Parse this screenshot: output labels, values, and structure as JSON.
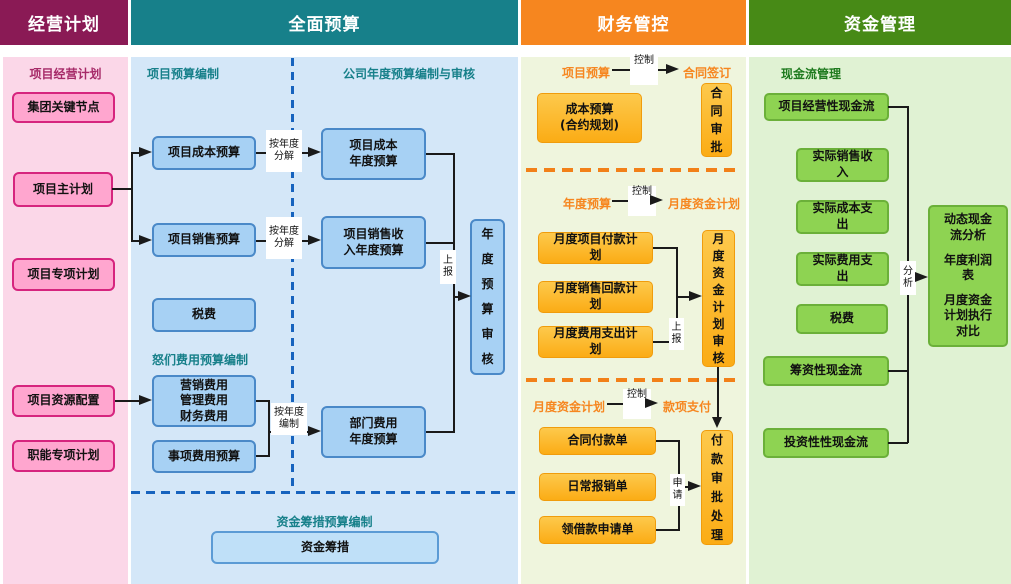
{
  "headers": {
    "plan": "经营计划",
    "budget": "全面预算",
    "finance": "财务管控",
    "capital": "资金管理"
  },
  "colors": {
    "header_plan": "#8A1A55",
    "header_budget": "#17808A",
    "header_finance": "#F6861F",
    "header_capital": "#478A16",
    "panel_plan": "#FBD7E8",
    "panel_budget": "#D4E7F8",
    "panel_finance": "#EFF5DD",
    "panel_capital": "#E0F2D3",
    "box_pink": "#FFA6CF",
    "box_blue": "#A7D1F4",
    "box_gold": "#FBB822",
    "box_green": "#8ED352",
    "dashed_blue": "#1663BE",
    "dashed_orange": "#F28018"
  },
  "plan": {
    "section_label": "项目经营计划",
    "boxes": {
      "group_key_nodes": "集团关键节点",
      "project_master": "项目主计划",
      "project_special": "项目专项计划",
      "project_resource": "项目资源配置",
      "functional_special": "职能专项计划"
    }
  },
  "budget": {
    "labels": {
      "project_budgeting": "项目预算编制",
      "company_annual": "公司年度预算编制与审核",
      "dept_expense": "怒们费用预算编制",
      "fund_raising": "资金筹措预算编制"
    },
    "boxes": {
      "project_cost": "项目成本预算",
      "project_sales": "项目销售预算",
      "project_cost_annual": "项目成本\n年度预算",
      "project_sales_annual": "项目销售收\n入年度预算",
      "tax": "税费",
      "three_expenses": "营销费用\n管理费用\n财务费用",
      "item_expense": "事项费用预算",
      "dept_annual": "部门费用\n年度预算",
      "annual_review": "年度预算审核",
      "fund_raising": "资金筹措"
    },
    "connectors": {
      "decompose": "按年度分解",
      "compile": "按年度编制",
      "report": "上报"
    }
  },
  "finance": {
    "flows": {
      "f1_from": "项目预算",
      "f1_via": "控制",
      "f1_to": "合同签订",
      "f2_from": "年度预算",
      "f2_via": "控制",
      "f2_to": "月度资金计划",
      "f3_from": "月度资金计划",
      "f3_via": "控制",
      "f3_to": "款项支付"
    },
    "boxes": {
      "cost_budget": "成本预算\n(合约规划)",
      "contract_approval": "合同审批",
      "monthly_payment": "月度项目付款计划",
      "monthly_collection": "月度销售回款计划",
      "monthly_expense": "月度费用支出计划",
      "monthly_review": "月度资金计划审核",
      "contract_pay_order": "合同付款单",
      "daily_reimburse": "日常报销单",
      "loan_request": "领借款申请单",
      "payment_approval": "付款审批处理"
    },
    "connectors": {
      "report": "上报",
      "apply": "申请"
    }
  },
  "capital": {
    "section_label": "现金流管理",
    "boxes": {
      "operating_cashflow": "项目经营性现金流",
      "actual_sales": "实际销售收入",
      "actual_cost": "实际成本支出",
      "actual_expense": "实际费用支出",
      "tax": "税费",
      "financing_cashflow": "筹资性现金流",
      "investing_cashflow": "投资性性现金流"
    },
    "analysis": [
      "动态现金流分析",
      "年度利润表",
      "月度资金计划执行对比"
    ],
    "connectors": {
      "analyze": "分析"
    }
  }
}
